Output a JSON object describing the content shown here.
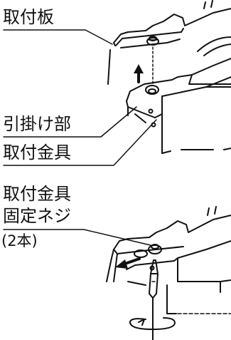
{
  "labels": {
    "mounting_plate": "取付板",
    "hook_part": "引掛け部",
    "bracket": "取付金具",
    "bracket_screw_line1": "取付金具",
    "bracket_screw_line2": "固定ネジ",
    "quantity": "(2本)"
  }
}
